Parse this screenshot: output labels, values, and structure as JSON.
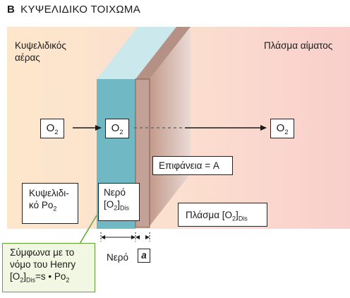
{
  "title": {
    "letter": "B",
    "text": "ΚΥΨΕΛΙΔΙΚΟ ΤΟΙΧΩΜΑ"
  },
  "regions": {
    "left_label_line1": "Κυψελιδικός",
    "left_label_line2": "αέρας",
    "right_label": "Πλάσμα αίματος"
  },
  "o2_boxes": [
    "O",
    "O",
    "O"
  ],
  "o2_subscript": "2",
  "water_box": {
    "line1": "Νερό",
    "line2_main": "[O",
    "line2_sub": "2",
    "line2_close": "]",
    "line2_sub2": "Dis"
  },
  "po2_box": {
    "line1": "Κυψελιδι-",
    "line2_main": "κό Po",
    "line2_sub": "2"
  },
  "surface_box": "Επιφάνεια = A",
  "plasma_box": {
    "main": "Πλάσμα [O",
    "sub": "2",
    "close": "]",
    "sub2": "Dis"
  },
  "thickness": {
    "label": "Νερό",
    "symbol": "a"
  },
  "note": {
    "line1": "Σύμφωνα με το",
    "line2": "νόμο του Henry",
    "line3_a": "[O",
    "line3_sub": "2",
    "line3_b": "]",
    "line3_sub2": "Dis",
    "line3_c": "=s • Po",
    "line3_sub3": "2"
  },
  "colors": {
    "alveolar_bg": "#fde7cc",
    "plasma_bg": "#f9cfcc",
    "water_front": "#6fb8c4",
    "water_top": "#cbe8ec",
    "membrane_front": "#c4a196",
    "note_border": "#5fa52f",
    "note_bg": "#f1f7e2"
  }
}
